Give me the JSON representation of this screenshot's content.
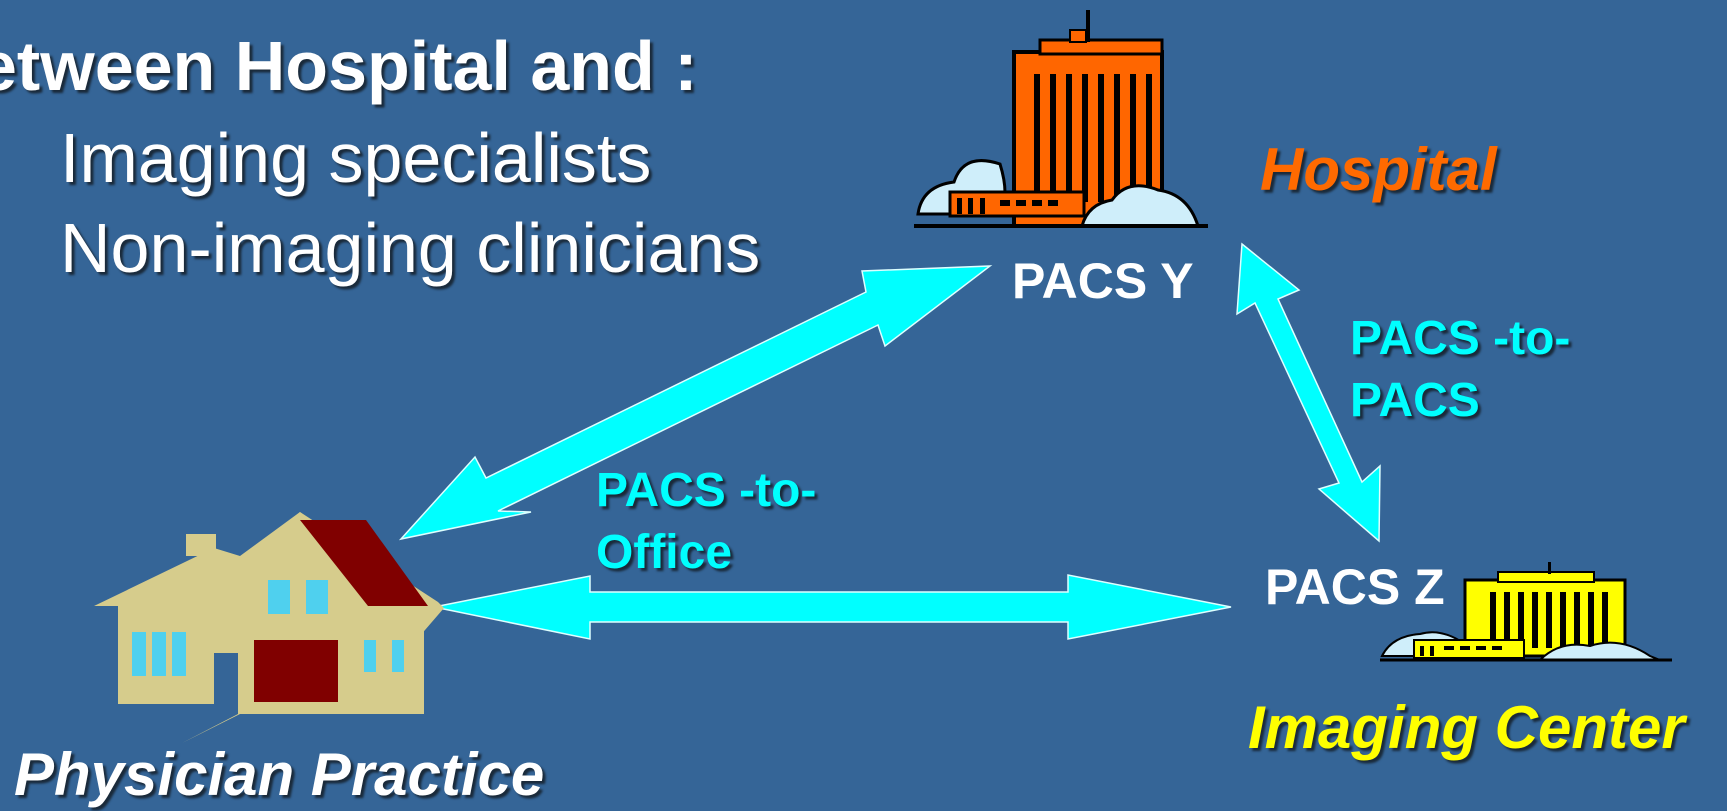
{
  "heading": {
    "title": "etween Hospital and :",
    "bullets": [
      "Imaging specialists",
      "Non-imaging clinicians"
    ]
  },
  "nodes": {
    "hospital": {
      "place": "Hospital",
      "system": "PACS Y",
      "icon": "hospital-building-icon",
      "color": "#ff6600"
    },
    "imaging_center": {
      "place": "Imaging Center",
      "system": "PACS Z",
      "icon": "imaging-center-building-icon",
      "color": "#ffff00"
    },
    "practice": {
      "place": "Physician Practice",
      "icon": "house-icon"
    }
  },
  "links": {
    "hospital_imaging": {
      "line1": "PACS -to-",
      "line2": "PACS"
    },
    "practice_office": {
      "line1": "PACS -to-",
      "line2": "Office"
    }
  },
  "colors": {
    "background": "#356597",
    "arrow": "#00ffff",
    "text": "#ffffff"
  }
}
